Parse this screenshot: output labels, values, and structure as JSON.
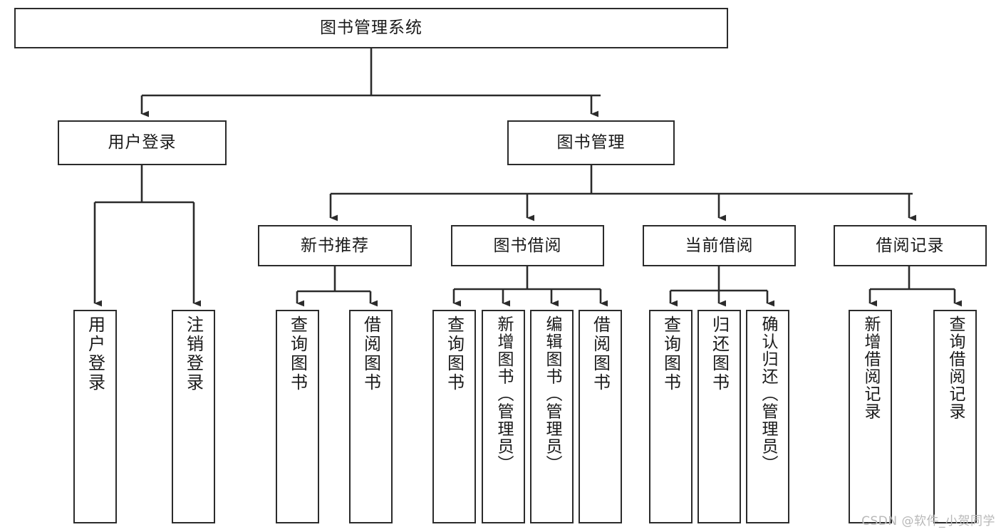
{
  "diagram": {
    "title": "图书管理系统",
    "watermark": "CSDN @软件_小贺同学",
    "colors": {
      "box_border": "#2b2b2b",
      "box_fill": "#ffffff",
      "connector": "#2b2b2b",
      "text": "#1a1a1a",
      "watermark": "#b8b8b8",
      "background": "#ffffff"
    },
    "levels": {
      "root": "图书管理系统",
      "level2": [
        "用户登录",
        "图书管理"
      ],
      "level3": [
        "新书推荐",
        "图书借阅",
        "当前借阅",
        "借阅记录"
      ]
    },
    "nodes": {
      "root": "图书管理系统",
      "user_login": "用户登录",
      "book_manage": "图书管理",
      "new_book_rec": "新书推荐",
      "book_borrow": "图书借阅",
      "current_borrow": "当前借阅",
      "borrow_record": "借阅记录",
      "leaf_user_login": "用户登录",
      "leaf_logout": "注销登录",
      "leaf_query_book_1": "查询图书",
      "leaf_borrow_book_1": "借阅图书",
      "leaf_query_book_2": "查询图书",
      "leaf_add_book": "新增图书（管理员）",
      "leaf_edit_book": "编辑图书（管理员）",
      "leaf_borrow_book_2": "借阅图书",
      "leaf_query_book_3": "查询图书",
      "leaf_return_book": "归还图书",
      "leaf_confirm_return": "确认归还（管理员）",
      "leaf_add_record": "新增借阅记录",
      "leaf_query_record": "查询借阅记录"
    }
  }
}
